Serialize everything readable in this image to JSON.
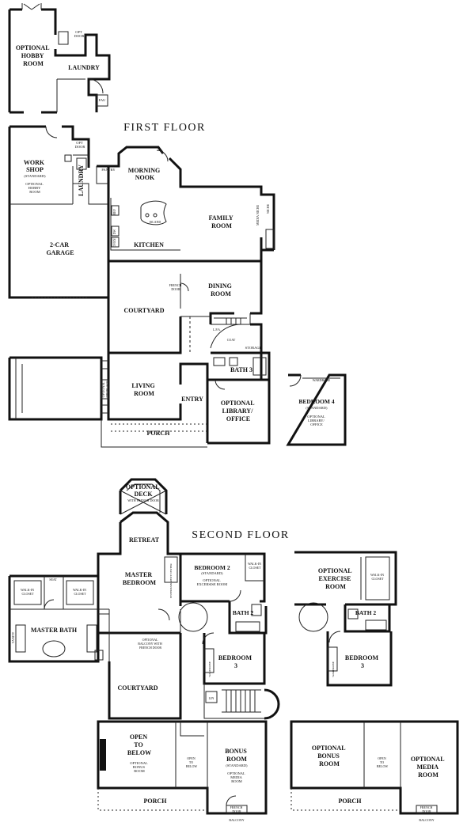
{
  "titles": {
    "first_floor": "FIRST FLOOR",
    "second_floor": "SECOND FLOOR"
  },
  "top_inset": {
    "hobby": [
      "OPTIONAL",
      "HOBBY",
      "ROOM"
    ],
    "laundry": "LAUNDRY",
    "opt_door": [
      "OPT",
      "DOOR"
    ],
    "fau": "FAU"
  },
  "first_floor": {
    "work_shop": [
      "WORK",
      "SHOP"
    ],
    "work_shop_std": "(STANDARD)",
    "work_shop_opt": [
      "OPTIONAL",
      "HOBBY",
      "ROOM"
    ],
    "garage": [
      "2-CAR",
      "GARAGE"
    ],
    "laundry": "LAUNDRY",
    "opt_door": [
      "OPT",
      "DOOR"
    ],
    "pantry": "PANTRY",
    "ref": "REF",
    "dw": "DW",
    "oven": "OVEN",
    "morning_nook": [
      "MORNING",
      "NOOK"
    ],
    "island": "ISLAND",
    "kitchen": "KITCHEN",
    "family_room": [
      "FAMILY",
      "ROOM"
    ],
    "media_niche": "MEDIA NICHE",
    "niche": "NICHE",
    "dining_room": [
      "DINING",
      "ROOM"
    ],
    "french_door": [
      "FRENCH",
      "DOOR"
    ],
    "courtyard": "COURTYARD",
    "lpa": "L.P.A.",
    "coat": "COAT",
    "storage": "STORAGE",
    "bath3": "BATH 3",
    "living_room": [
      "LIVING",
      "ROOM"
    ],
    "optional_fireplace": [
      "OPTIONAL",
      "FIREPLACE"
    ],
    "entry": "ENTRY",
    "porch": "PORCH",
    "library": [
      "OPTIONAL",
      "LIBRARY/",
      "OFFICE"
    ],
    "bedroom4": "BEDROOM 4",
    "bedroom4_std": "(STANDARD)",
    "bedroom4_opt": [
      "OPTIONAL",
      "LIBRARY/",
      "OFFICE"
    ],
    "wardrobe": "WARDROBE"
  },
  "second_floor": {
    "deck": [
      "OPTIONAL",
      "DECK"
    ],
    "deck_note": "WITH FRENCH DOOR",
    "retreat": "RETREAT",
    "master_bedroom": [
      "MASTER",
      "BEDROOM"
    ],
    "entertainment_center": "ENTERTAINMENT CENTER",
    "bedroom2": "BEDROOM 2",
    "bedroom2_std": "(STANDARD)",
    "bedroom2_opt": [
      "OPTIONAL",
      "EXCERSISE ROOM"
    ],
    "walkin_closet": [
      "WALK-IN",
      "CLOSET"
    ],
    "seat": "SEAT",
    "vanity": "VANITY",
    "master_bath": "MASTER BATH",
    "bath2": "BATH 2",
    "balcony_note": [
      "OPTIONAL",
      "BALCONY WITH",
      "FRENCH DOOR"
    ],
    "bedroom3": [
      "BEDROOM",
      "3"
    ],
    "wardrobe": "WARDROBE",
    "courtyard": "COURTYARD",
    "open_below": [
      "OPEN",
      "TO",
      "BELOW"
    ],
    "open_below_opt": [
      "OPTIONAL",
      "BONUS",
      "ROOM"
    ],
    "open_below_small": [
      "OPEN",
      "TO",
      "BELOW"
    ],
    "bonus_room": [
      "BONUS",
      "ROOM"
    ],
    "bonus_std": "(STANDARD)",
    "bonus_opt": [
      "OPTIONAL",
      "MEDIA",
      "ROOM"
    ],
    "french_door": [
      "FRENCH",
      "DOOR"
    ],
    "porch": "PORCH",
    "balcony": "BALCONY",
    "lin": "LIN"
  },
  "alt_second": {
    "exercise": [
      "OPTIONAL",
      "EXERCISE",
      "ROOM"
    ],
    "walkin_closet": [
      "WALK-IN",
      "CLOSET"
    ],
    "bath2": "BATH 2",
    "bedroom3": [
      "BEDROOM",
      "3"
    ],
    "wardrobe": "WARDROBE",
    "bonus": [
      "OPTIONAL",
      "BONUS",
      "ROOM"
    ],
    "open_below": [
      "OPEN",
      "TO",
      "BELOW"
    ],
    "media": [
      "OPTIONAL",
      "MEDIA",
      "ROOM"
    ],
    "porch": "PORCH",
    "french_door": [
      "FRENCH",
      "DOOR"
    ],
    "balcony": "BALCONY"
  }
}
